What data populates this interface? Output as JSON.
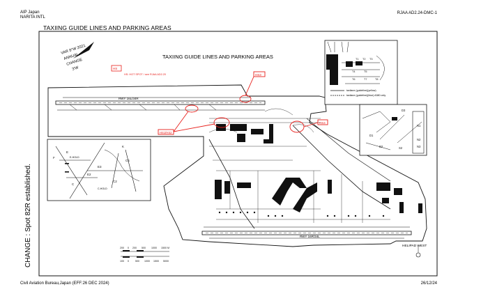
{
  "header": {
    "publisher": "AIP Japan",
    "aerodrome": "NARITA INTL",
    "chart_id": "RJAA AD2.24-DMC-1"
  },
  "page_title": "TAXIING GUIDE LINES AND PARKING AREAS",
  "map": {
    "title": "TAXIING GUIDE LINES AND PARKING AREAS",
    "magnetic_variation": [
      "VAR 8°W 2021",
      "ANNUAL",
      "CHANGE",
      "3'W"
    ],
    "runways": {
      "north": "RWY 16L/34R",
      "south": "RWY 16R/34L"
    },
    "hot_spots": [
      {
        "id": "HS",
        "note": "HS: HOT SPOT / see RJAA AD2.20"
      },
      {
        "id": "HS3"
      },
      {
        "id": "HS1/HS2"
      },
      {
        "id": "HS4"
      }
    ],
    "inset_legend": [
      "taxilane (guideline)(yellow)",
      "taxilane (guideline)(blue) A380 only"
    ],
    "inset_labels": {
      "topright": [
        "T1",
        "T2",
        "T3",
        "T4",
        "T5",
        "T6",
        "T7",
        "T8"
      ],
      "midright": [
        "D3",
        "N1",
        "D2",
        "D1",
        "N2",
        "N3",
        "S2"
      ],
      "left": [
        "E",
        "F",
        "K",
        "C",
        "E3",
        "C4",
        "E2",
        "C2",
        "E-HOLD",
        "C-HOLD"
      ]
    },
    "helipad": "HELIPAD WEST",
    "scale": {
      "meters_ticks": [
        "200",
        "0",
        "200",
        "500",
        "1000",
        "1500 M"
      ],
      "feet_ticks": [
        "100",
        "0",
        "500",
        "1000",
        "1500",
        "5000"
      ]
    },
    "colors": {
      "hotspot": "#e8201c",
      "ink": "#111111",
      "building": "#111111"
    }
  },
  "footer": {
    "left": "Civil Aviation Bureau,Japan (EFF:26 DEC 2024)",
    "right": "26/12/24"
  },
  "side_note": "CHANGE : Spot 82R established."
}
